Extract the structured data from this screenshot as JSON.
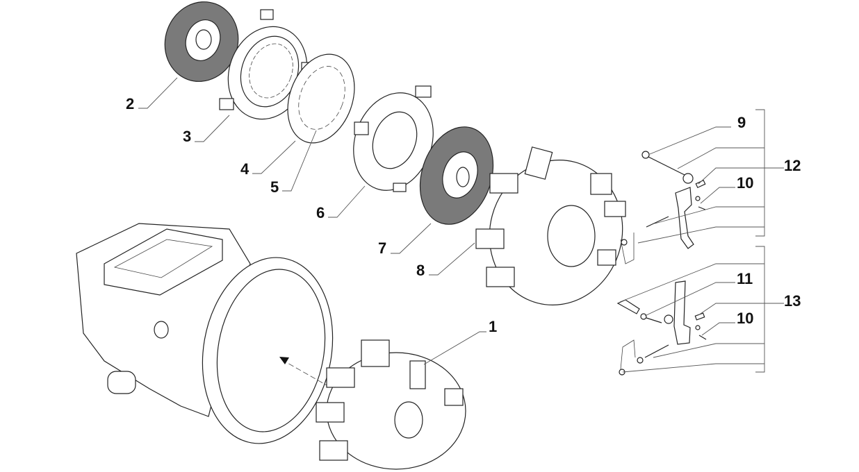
{
  "diagram": {
    "type": "exploded-parts-view",
    "callouts": [
      {
        "id": "c1",
        "label": "1"
      },
      {
        "id": "c2",
        "label": "2"
      },
      {
        "id": "c3",
        "label": "3"
      },
      {
        "id": "c4",
        "label": "4"
      },
      {
        "id": "c5",
        "label": "5"
      },
      {
        "id": "c6",
        "label": "6"
      },
      {
        "id": "c7",
        "label": "7"
      },
      {
        "id": "c8",
        "label": "8"
      },
      {
        "id": "c9",
        "label": "9"
      },
      {
        "id": "c10a",
        "label": "10"
      },
      {
        "id": "c10b",
        "label": "10"
      },
      {
        "id": "c11",
        "label": "11"
      },
      {
        "id": "c12",
        "label": "12"
      },
      {
        "id": "c13",
        "label": "13"
      }
    ]
  }
}
